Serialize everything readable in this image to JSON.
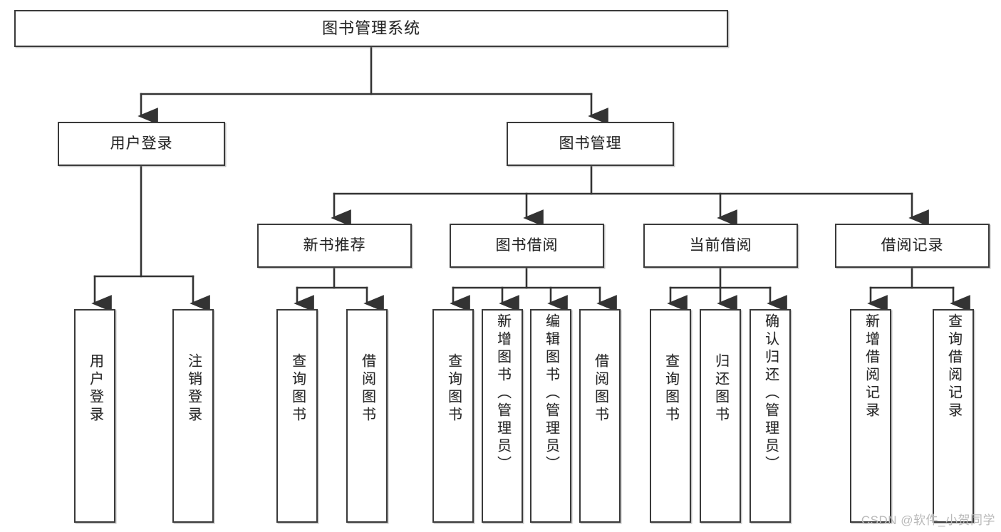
{
  "diagram": {
    "title": "图书管理系统",
    "type": "tree-hierarchy-chart",
    "root": {
      "id": "root",
      "label": "图书管理系统"
    },
    "level1": [
      {
        "id": "user-login",
        "label": "用户登录"
      },
      {
        "id": "book-manage",
        "label": "图书管理"
      }
    ],
    "level2": [
      {
        "id": "new-book-recommend",
        "label": "新书推荐",
        "parent": "book-manage"
      },
      {
        "id": "book-borrow",
        "label": "图书借阅",
        "parent": "book-manage"
      },
      {
        "id": "current-borrow",
        "label": "当前借阅",
        "parent": "book-manage"
      },
      {
        "id": "borrow-record",
        "label": "借阅记录",
        "parent": "book-manage"
      }
    ],
    "leaves": {
      "user_login": [
        {
          "id": "leaf-user-login",
          "label": "用户登录"
        },
        {
          "id": "leaf-user-logout",
          "label": "注销登录"
        }
      ],
      "new_book_recommend": [
        {
          "id": "leaf-query-book-1",
          "label": "查询图书"
        },
        {
          "id": "leaf-borrow-book-1",
          "label": "借阅图书"
        }
      ],
      "book_borrow": [
        {
          "id": "leaf-query-book-2",
          "label": "查询图书"
        },
        {
          "id": "leaf-add-book",
          "label": "新增图书（管理员）"
        },
        {
          "id": "leaf-edit-book",
          "label": "编辑图书（管理员）"
        },
        {
          "id": "leaf-borrow-book-2",
          "label": "借阅图书"
        }
      ],
      "current_borrow": [
        {
          "id": "leaf-query-book-3",
          "label": "查询图书"
        },
        {
          "id": "leaf-return-book",
          "label": "归还图书"
        },
        {
          "id": "leaf-confirm-return",
          "label": "确认归还（管理员）"
        }
      ],
      "borrow_record": [
        {
          "id": "leaf-add-record",
          "label": "新增借阅记录"
        },
        {
          "id": "leaf-query-record",
          "label": "查询借阅记录"
        }
      ]
    }
  },
  "watermark": {
    "text": "CSDN @软件_小贺同学"
  },
  "colors": {
    "box_border": "#3a3a3a",
    "box_fill": "#ffffff",
    "text": "#262626",
    "connector": "#333333",
    "watermark": "#b9b9b9",
    "background": "#ffffff"
  }
}
